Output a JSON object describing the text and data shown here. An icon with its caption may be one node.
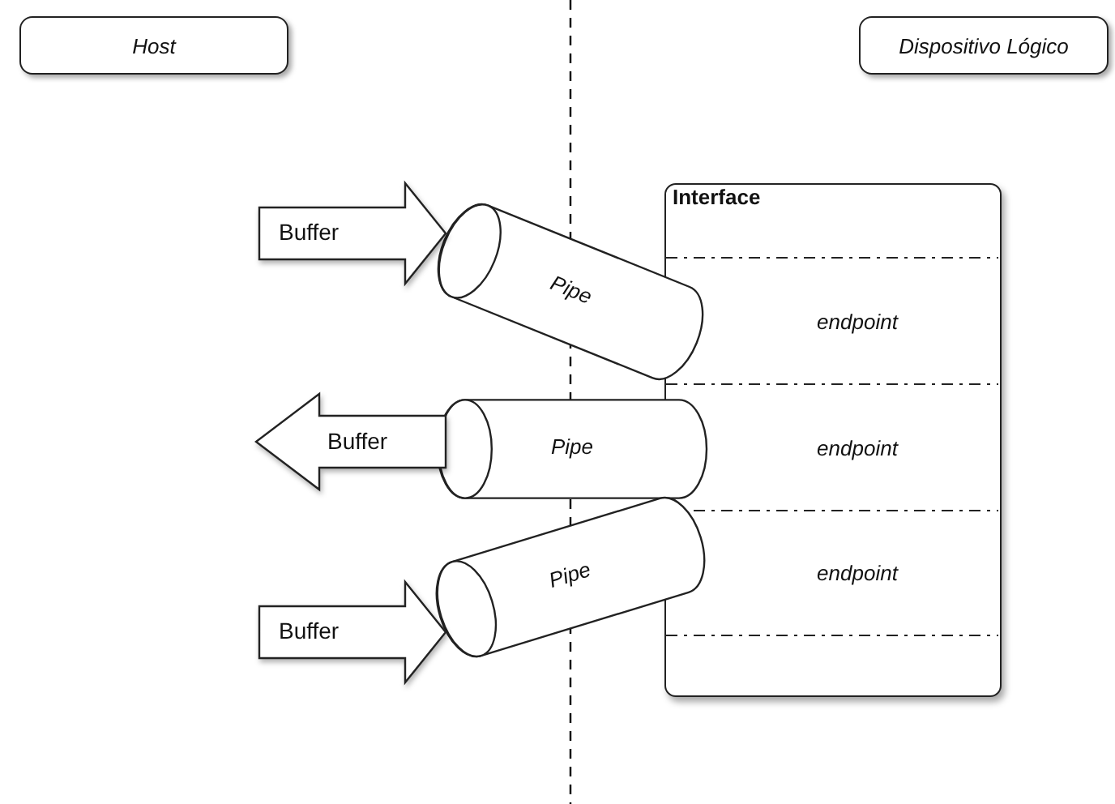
{
  "diagram": {
    "nodes": [
      {
        "text": [
          "Host"
        ]
      },
      {
        "text": [
          "Dispositivo Lógico"
        ]
      },
      {
        "text": [
          "Buffer"
        ]
      },
      {
        "text": [
          "Pipe"
        ]
      },
      {
        "text": [
          "Interface"
        ]
      },
      {
        "text": [
          "endpoint"
        ],
        "in": 4
      },
      {
        "text": [
          "Buffer"
        ]
      },
      {
        "text": [
          "Pipe"
        ]
      },
      {
        "text": [
          "endpoint"
        ],
        "in": 4
      },
      {
        "text": [
          "Buffer"
        ]
      },
      {
        "text": [
          "Pipe"
        ]
      },
      {
        "text": [
          "endpoint"
        ],
        "in": 4
      }
    ]
  }
}
